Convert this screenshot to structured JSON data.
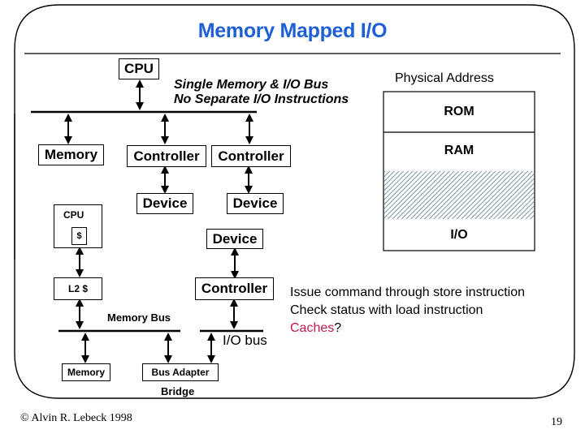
{
  "slide": {
    "title": "Memory Mapped I/O",
    "page_number": "19",
    "copyright": "© Alvin R. Lebeck 1998"
  },
  "top_diagram": {
    "cpu": "CPU",
    "bus_notes": [
      "Single Memory & I/O Bus",
      "No Separate I/O Instructions"
    ],
    "memory": "Memory",
    "controller_1": "Controller",
    "controller_2": "Controller",
    "device_1": "Device",
    "device_2": "Device"
  },
  "address_map": {
    "heading": "Physical Address",
    "regions": [
      {
        "label": "ROM",
        "hatched": false
      },
      {
        "label": "RAM",
        "hatched": false
      },
      {
        "label": "",
        "hatched": true
      },
      {
        "label": "I/O",
        "hatched": false
      }
    ],
    "hatch_color": "#5a7f8c"
  },
  "bottom_diagram": {
    "cpu": "CPU",
    "cache": "$",
    "l2_cache": "L2 $",
    "memory_bus": "Memory Bus",
    "memory": "Memory",
    "bus_adapter": "Bus Adapter",
    "bridge": "Bridge",
    "io_bus": "I/O bus",
    "controller": "Controller",
    "device": "Device"
  },
  "notes": {
    "line1": "Issue command through store instruction",
    "line2": "Check status with load instruction",
    "line3_highlight": "Caches",
    "line3_rest": "?",
    "highlight_color": "#c41a4a"
  },
  "colors": {
    "title": "#1f5fd6"
  }
}
